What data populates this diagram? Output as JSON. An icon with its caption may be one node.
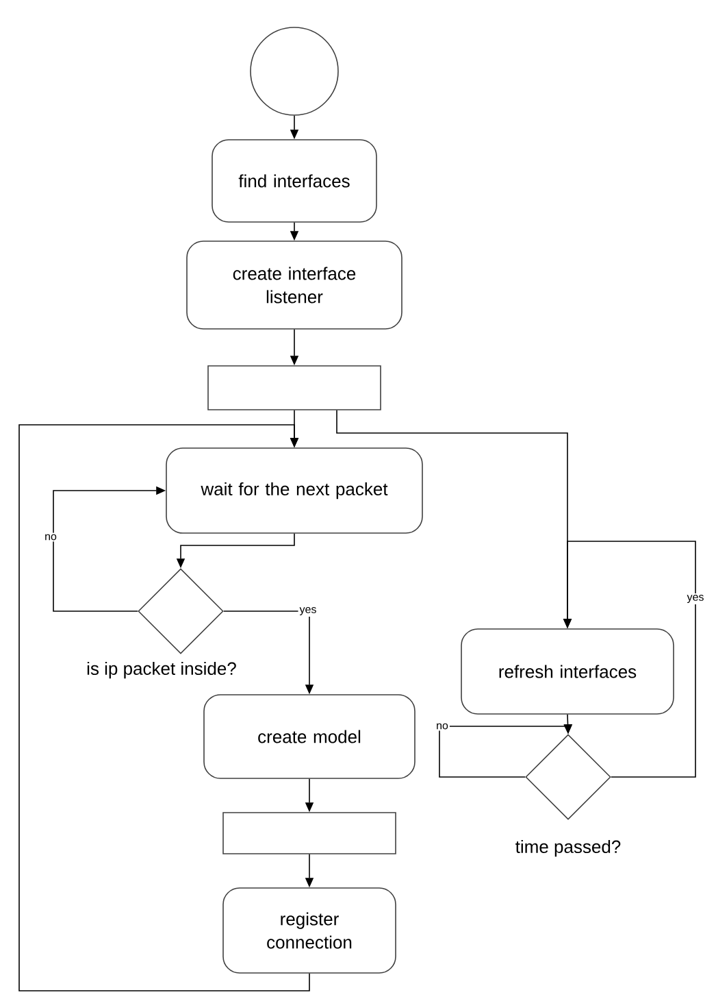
{
  "diagram": {
    "nodes": [
      {
        "text": [],
        "shape": "circle"
      },
      {
        "text": [
          "find interfaces"
        ]
      },
      {
        "text": [
          "create interface listener"
        ]
      },
      {
        "text": [],
        "shape": "bar"
      },
      {
        "text": [
          "wait for the next packet"
        ]
      },
      {
        "text": [],
        "shape": "diamond",
        "beside": [
          "is ip packet inside?"
        ]
      },
      {
        "text": [
          "create model"
        ]
      },
      {
        "text": [],
        "shape": "bar"
      },
      {
        "text": [
          "register connection"
        ]
      },
      {
        "text": [
          "refresh interfaces"
        ]
      },
      {
        "text": [],
        "shape": "diamond",
        "beside": [
          "time passed?"
        ]
      }
    ],
    "edges": [
      {
        "from": 0,
        "to": 1,
        "arrow": "to"
      },
      {
        "from": 1,
        "to": 2,
        "arrow": "to"
      },
      {
        "from": 2,
        "to": 3,
        "arrow": "to"
      },
      {
        "from": 3,
        "to": 4,
        "arrow": "to"
      },
      {
        "from": 3,
        "to": 9,
        "arrow": "to"
      },
      {
        "from": 4,
        "to": 5,
        "arrow": "to"
      },
      {
        "from": 5,
        "to": 4,
        "arrow": "to",
        "label": "no"
      },
      {
        "from": 5,
        "to": 6,
        "arrow": "to",
        "label": "yes"
      },
      {
        "from": 6,
        "to": 7,
        "arrow": "to"
      },
      {
        "from": 7,
        "to": 8,
        "arrow": "to"
      },
      {
        "from": 8,
        "to": 4,
        "arrow": "to"
      },
      {
        "from": 9,
        "to": 10,
        "arrow": "to"
      },
      {
        "from": 10,
        "to": 10,
        "arrow": "to",
        "label": "no"
      },
      {
        "from": 10,
        "to": 9,
        "arrow": "to",
        "label": "yes"
      }
    ]
  }
}
